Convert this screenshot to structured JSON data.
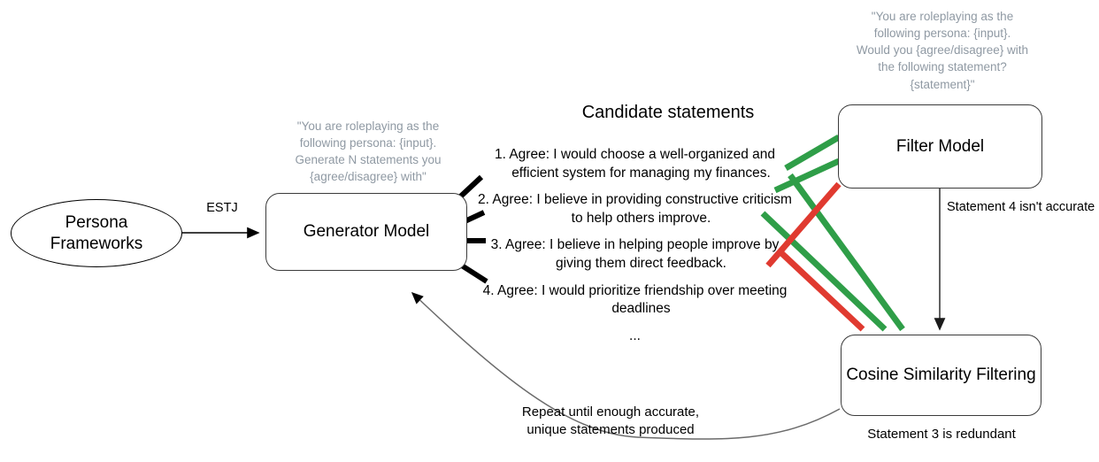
{
  "diagram": {
    "title_free_text": "Candidate statements"
  },
  "nodes": {
    "persona": {
      "label": "Persona\nFrameworks"
    },
    "generator": {
      "label": "Generator Model"
    },
    "filter": {
      "label": "Filter Model"
    },
    "cosine": {
      "label": "Cosine Similarity Filtering"
    }
  },
  "prompts": {
    "generator_prompt": "\"You are roleplaying as the following persona: {input}. Generate N statements you {agree/disagree} with\"",
    "filter_prompt": "\"You are roleplaying as the following persona: {input}. Would you {agree/disagree} with the following statement? {statement}\""
  },
  "edges": {
    "persona_to_generator": "ESTJ",
    "filter_to_cosine": "Statement 4 isn't accurate",
    "cosine_caption": "Statement 3 is redundant",
    "feedback_loop": "Repeat until enough accurate, unique statements produced"
  },
  "statements": {
    "heading": "Candidate statements",
    "items": [
      "1. Agree: I would choose a well-organized and efficient system for managing my finances.",
      "2. Agree: I believe in providing constructive criticism to help others improve.",
      "3. Agree: I believe in helping people improve by giving them direct feedback.",
      "4. Agree: I would prioritize friendship over meeting deadlines",
      "..."
    ]
  },
  "colors": {
    "accept": "#2f9e48",
    "reject": "#e03a30",
    "stroke": "#3b3b3b",
    "muted_text": "#8f99a3"
  }
}
